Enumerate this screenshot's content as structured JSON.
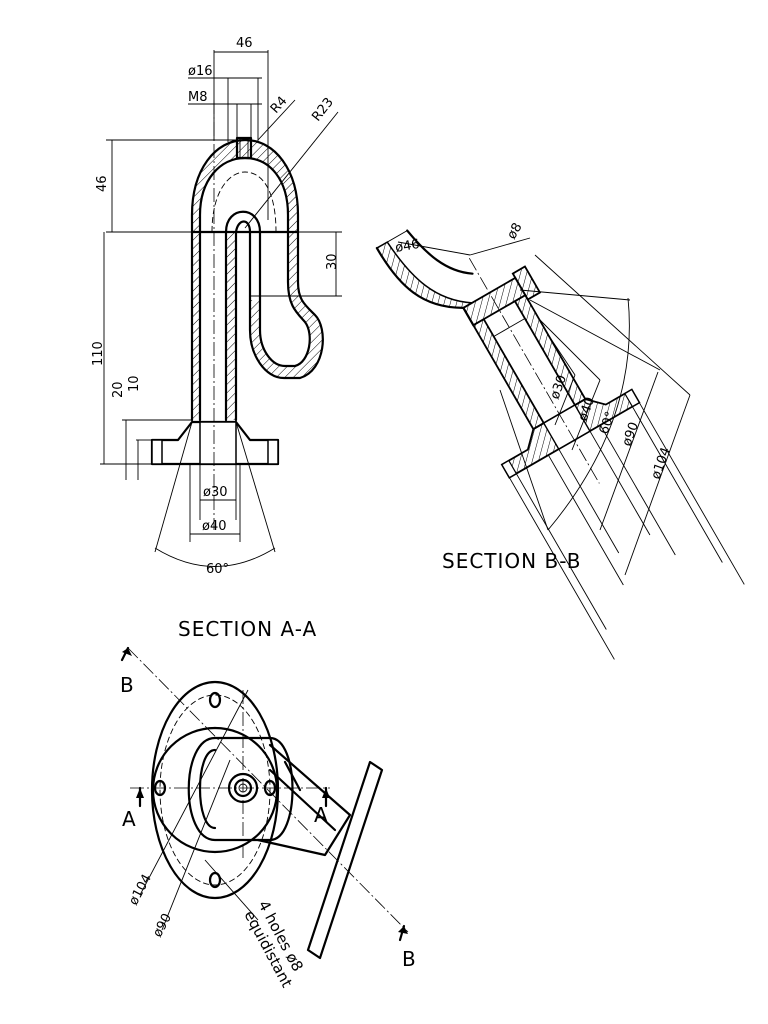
{
  "top_view": {
    "dims": {
      "width_46": "46",
      "dia16": "ø16",
      "m8": "M8",
      "r4": "R4",
      "r23": "R23",
      "height_46": "46",
      "height_30": "30",
      "height_110": "110",
      "height_20": "20",
      "height_10": "10",
      "dia30": "ø30",
      "dia40": "ø40",
      "angle60": "60°"
    },
    "title": "SECTION A-A"
  },
  "right_view": {
    "dims": {
      "dia46": "ø46",
      "dia8": "ø8",
      "dia30": "ø30",
      "dia40": "ø40",
      "angle60": "60°",
      "dia90": "ø90",
      "dia104": "ø104"
    },
    "title": "SECTION B-B"
  },
  "plan_view": {
    "section_marks": {
      "b_top": "B",
      "b_bottom": "B",
      "a_left": "A",
      "a_right": "A"
    },
    "dims": {
      "dia104": "ø104",
      "dia90": "ø90"
    },
    "note_line1": "4 holes ø8",
    "note_line2": "equidistant"
  }
}
